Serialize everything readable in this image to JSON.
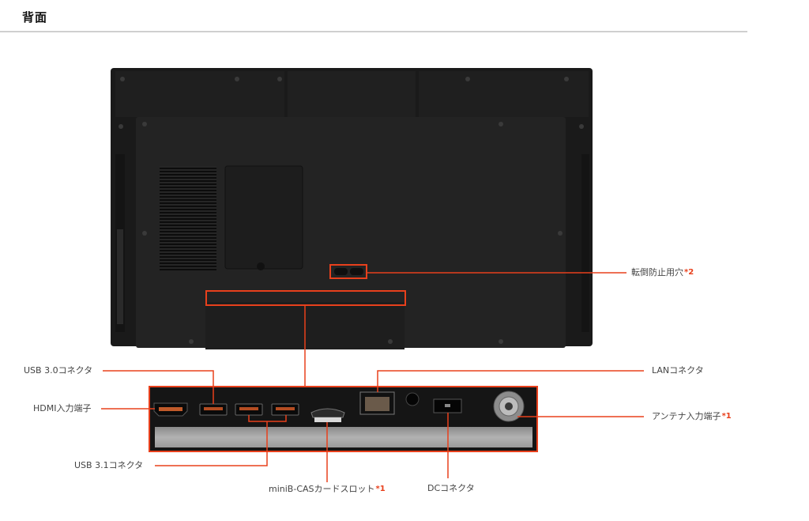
{
  "header": {
    "title": "背面"
  },
  "callouts": {
    "anti_tip_holes": {
      "label": "転倒防止用穴",
      "note": "*2"
    },
    "usb30": {
      "label": "USB 3.0コネクタ"
    },
    "hdmi": {
      "label": "HDMI入力端子"
    },
    "usb31": {
      "label": "USB 3.1コネクタ"
    },
    "minibcas": {
      "label": "miniB-CASカードスロット",
      "note": "*1"
    },
    "dc": {
      "label": "DCコネクタ"
    },
    "lan": {
      "label": "LANコネクタ"
    },
    "antenna": {
      "label": "アンテナ入力端子",
      "note": "*1"
    }
  },
  "colors": {
    "callout_line": "#e8401c",
    "note_text": "#e8401c",
    "chassis": "#1c1c1c",
    "panel": "#a8a8a8"
  }
}
